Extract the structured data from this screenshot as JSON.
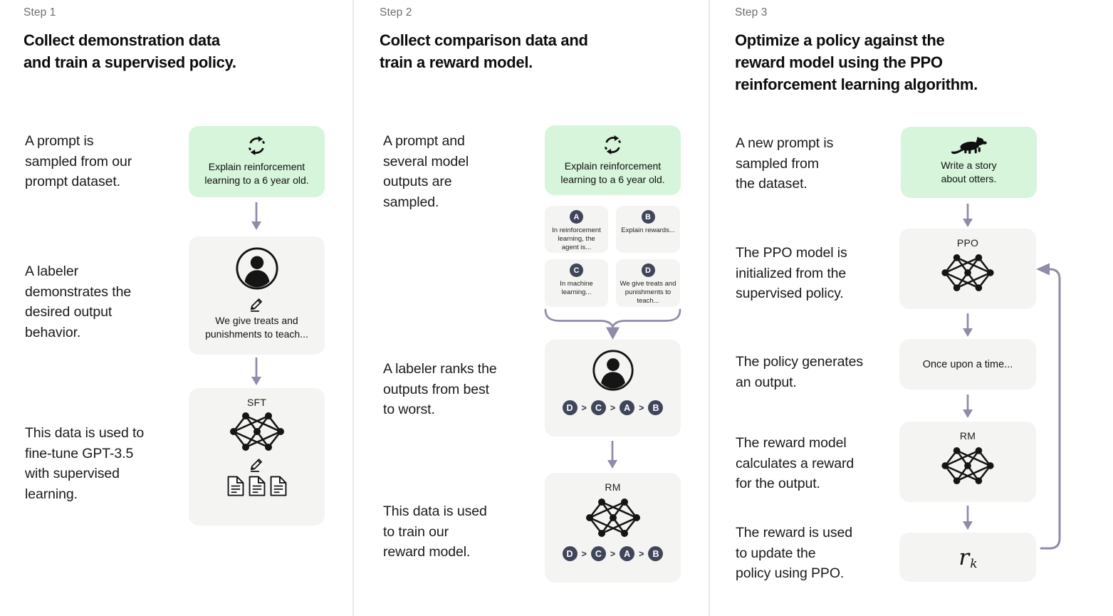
{
  "colors": {
    "prompt_box_green": "#d6f5da",
    "node_box_gray": "#f4f4f2",
    "arrow_purple": "#8f8ba8",
    "badge_navy": "#40465a",
    "step_label_gray": "#6e6e72",
    "separator_gray": "#e9e9e9",
    "text_dark": "#171717"
  },
  "ui": {
    "gt": ">"
  },
  "steps": [
    {
      "label": "Step 1",
      "title": "Collect demonstration data\nand train a supervised policy.",
      "captions": [
        "A prompt is\nsampled from our\nprompt dataset.",
        "A labeler\ndemonstrates the\ndesired output\nbehavior.",
        "This data is used to\nfine-tune GPT-3.5\nwith supervised\nlearning."
      ],
      "prompt_box": {
        "icon": "cycle-icon",
        "text": "Explain reinforcement\nlearning to a 6 year old."
      },
      "labeler_box": {
        "icon": "person-icon",
        "text": "We give treats and\npunishments to teach..."
      },
      "model_box": {
        "label": "SFT",
        "icons": [
          "network-icon",
          "pencil-icon",
          "documents-icon"
        ]
      }
    },
    {
      "label": "Step 2",
      "title": "Collect comparison data and\ntrain a reward model.",
      "captions": [
        "A prompt and\nseveral model\noutputs are\nsampled.",
        "A labeler ranks the\noutputs from best\nto worst.",
        "This data is used\nto train our\nreward model."
      ],
      "prompt_box": {
        "icon": "cycle-icon",
        "text": "Explain reinforcement\nlearning to a 6 year old."
      },
      "outputs": [
        {
          "id": "A",
          "text": "In reinforcement\nlearning, the\nagent is..."
        },
        {
          "id": "B",
          "text": "Explain rewards..."
        },
        {
          "id": "C",
          "text": "In machine\nlearning..."
        },
        {
          "id": "D",
          "text": "We give treats and\npunishments to\nteach..."
        }
      ],
      "ranking": [
        "D",
        "C",
        "A",
        "B"
      ],
      "model_box": {
        "label": "RM",
        "icons": [
          "network-icon"
        ]
      }
    },
    {
      "label": "Step 3",
      "title": "Optimize a policy against the\nreward model using the PPO\nreinforcement learning algorithm.",
      "captions": [
        "A new prompt is\nsampled from\nthe dataset.",
        "The PPO model is\ninitialized from the\nsupervised policy.",
        "The policy generates\nan output.",
        "The reward model\ncalculates a reward\nfor the output.",
        "The reward is used\nto update the\npolicy using PPO."
      ],
      "prompt_box": {
        "icon": "otter-icon",
        "text": "Write a story\nabout otters."
      },
      "ppo_box": {
        "label": "PPO",
        "icons": [
          "network-icon"
        ]
      },
      "output_box": {
        "text": "Once upon a time..."
      },
      "rm_box": {
        "label": "RM",
        "icons": [
          "network-icon"
        ]
      },
      "reward_box": {
        "base": "r",
        "sub": "k"
      }
    }
  ]
}
